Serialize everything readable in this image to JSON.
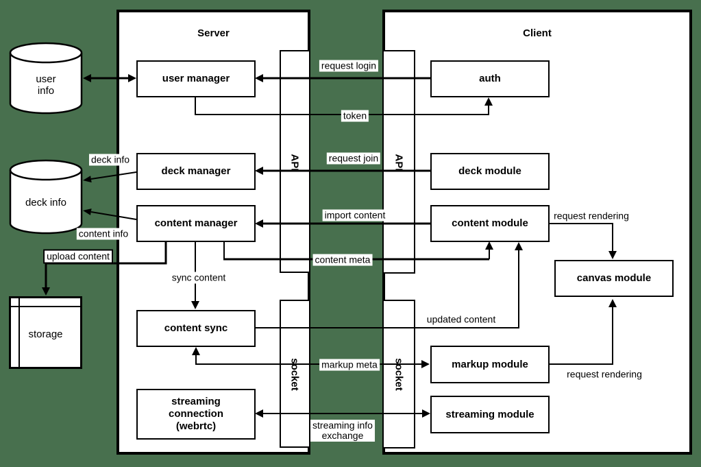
{
  "colors": {
    "background": "#48704e",
    "shape_fill": "#ffffff",
    "stroke": "#000000"
  },
  "server": {
    "title": "Server",
    "api_bar": "API",
    "socket_bar": "socket",
    "modules": {
      "user_manager": "user manager",
      "deck_manager": "deck manager",
      "content_manager": "content manager",
      "content_sync": "content sync",
      "streaming_connection": [
        "streaming",
        "connection",
        "(webrtc)"
      ]
    }
  },
  "client": {
    "title": "Client",
    "api_bar": "API",
    "socket_bar": "socket",
    "modules": {
      "auth": "auth",
      "deck_module": "deck module",
      "content_module": "content module",
      "canvas_module": "canvas module",
      "markup_module": "markup module",
      "streaming_module": "streaming module"
    }
  },
  "datastores": {
    "user_info": [
      "user",
      "info"
    ],
    "deck_info": "deck info",
    "storage": "storage"
  },
  "edge_labels": {
    "request_login": "request login",
    "token": "token",
    "request_join": "request join",
    "deck_info": "deck info",
    "content_info": "content info",
    "import_content": "import content",
    "content_meta": "content meta",
    "upload_content": "upload content",
    "sync_content": "sync content",
    "updated_content": "updated content",
    "request_rendering_top": "request rendering",
    "request_rendering_bottom": "request rendering",
    "markup_meta": "markup meta",
    "streaming_info_exchange": [
      "streaming info",
      "exchange"
    ]
  }
}
